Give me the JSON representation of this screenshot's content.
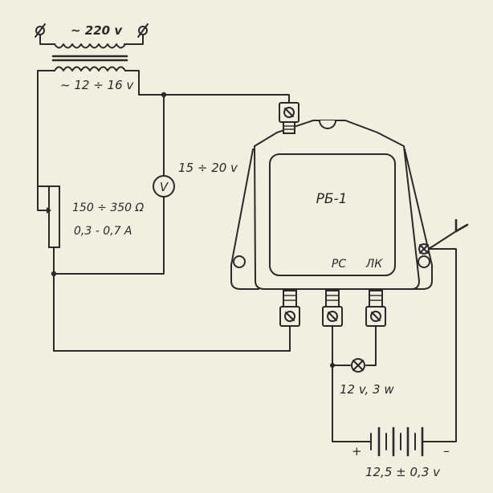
{
  "labels": {
    "mains_voltage": "~ 220 v",
    "secondary_voltage": "~ 12 ÷ 16 v",
    "voltmeter_range": "15 ÷ 20 v",
    "voltmeter_symbol": "V",
    "rheostat_resistance": "150 ÷ 350 Ω",
    "rheostat_current": "0,3 - 0,7 A",
    "device_name": "РБ-1",
    "terminal_rs": "РС",
    "terminal_lk": "ЛК",
    "lamp_rating": "12 v, 3 w",
    "battery_voltage": "12,5 ± 0,3 v",
    "battery_plus": "+",
    "battery_minus": "–"
  }
}
